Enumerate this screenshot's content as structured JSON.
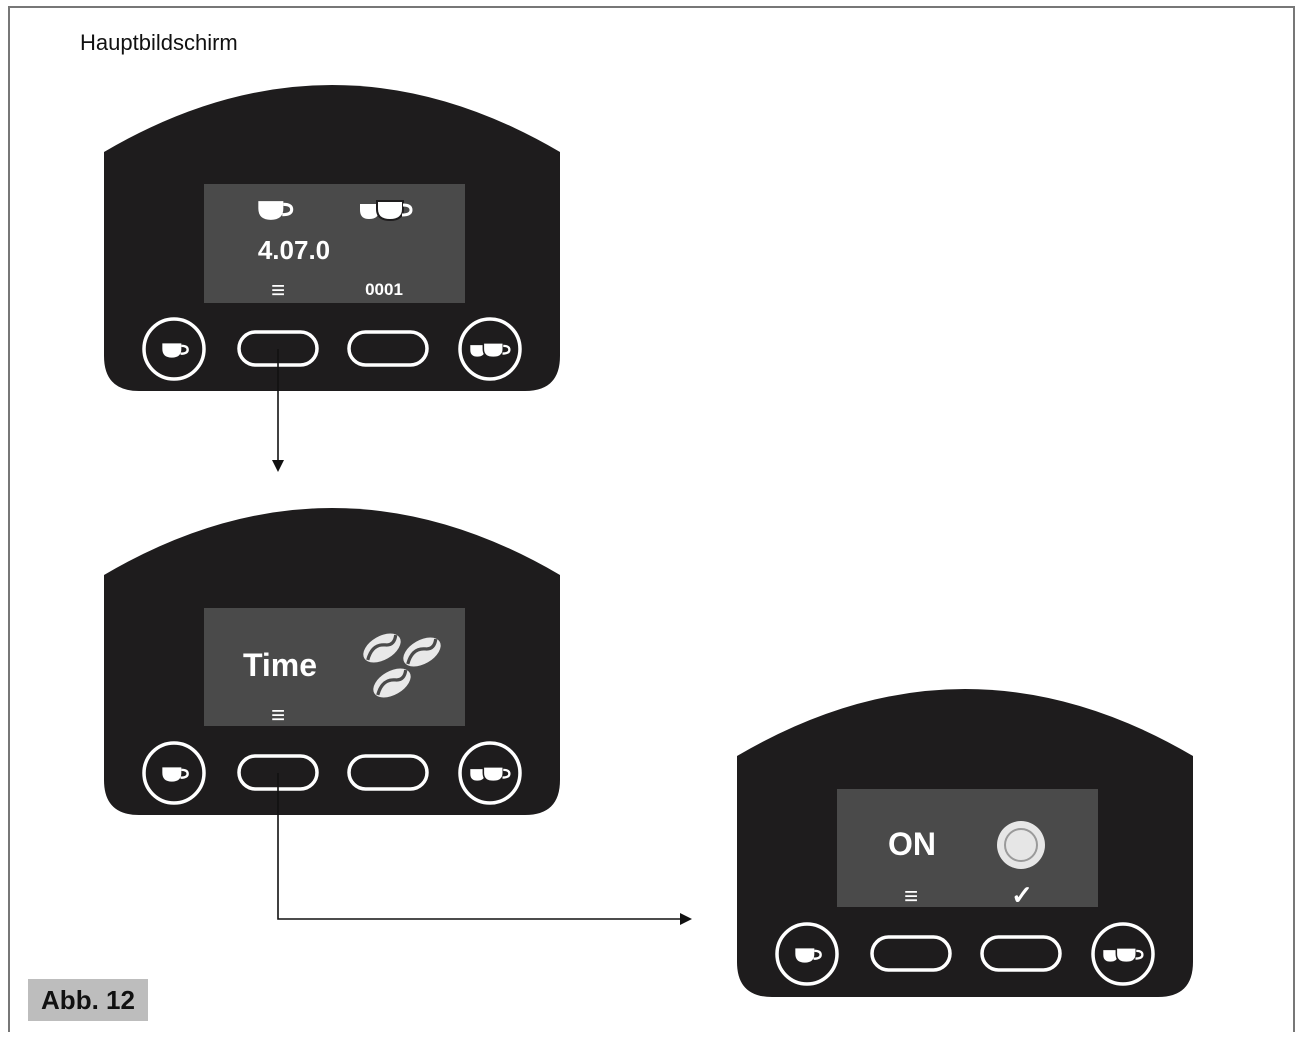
{
  "title": "Hauptbildschirm",
  "figure_label": "Abb. 12",
  "panels": [
    {
      "version": "4.07.0",
      "counter": "0001",
      "menu_symbol": "≡"
    },
    {
      "label": "Time",
      "menu_symbol": "≡"
    },
    {
      "label": "ON",
      "menu_symbol": "≡",
      "confirm_symbol": "✓"
    }
  ],
  "icons": {
    "single_cup": "single-cup-icon",
    "double_cup": "double-cup-icon",
    "beans": "coffee-beans-icon",
    "toggle": "toggle-circle-icon"
  },
  "colors": {
    "panel": "#1e1c1d",
    "screen": "#4a4a4a",
    "button_outline": "#ffffff",
    "label_box": "#bdbdbd"
  }
}
